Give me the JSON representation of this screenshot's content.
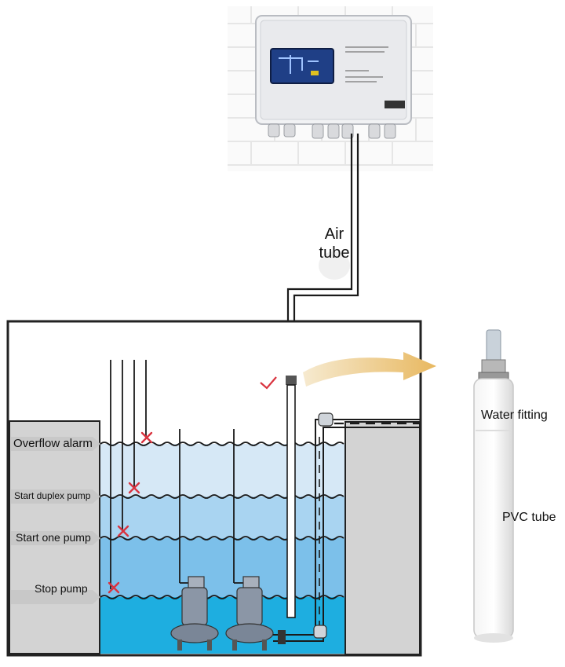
{
  "labels": {
    "air_tube_line1": "Air",
    "air_tube_line2": "tube",
    "overflow_alarm": "Overflow alarm",
    "start_duplex_pump": "Start duplex pump",
    "start_one_pump": "Start one pump",
    "stop_pump": "Stop pump",
    "water_fitting": "Water fitting",
    "pvc_tube": "PVC tube"
  },
  "colors": {
    "water_light": "#d6e8f6",
    "water_mid": "#7cc0ea",
    "water_deep": "#1eaee0",
    "wall_gray": "#d3d3d3",
    "arrow_gold": "#e8c46e",
    "marker_red": "#d9333f"
  },
  "icons": {
    "level_marker": "cross-mark",
    "check": "check-mark"
  }
}
